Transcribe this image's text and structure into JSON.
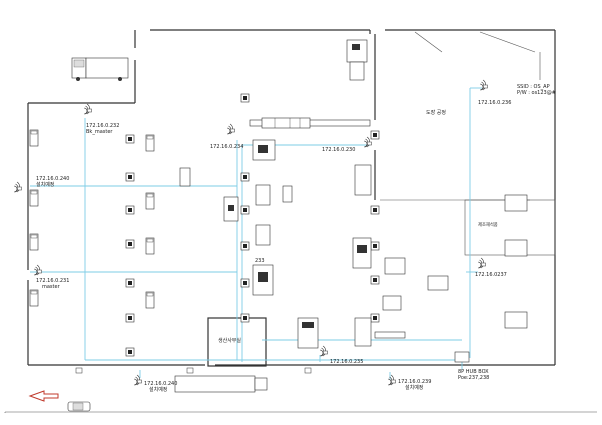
{
  "colors": {
    "cable": "#7ecde6",
    "wall": "#333333",
    "arrow": "#c0392b"
  },
  "labels": {
    "ap_232_ip": "172.16.0.232",
    "ap_232_name": "Bk_master",
    "ap_234_ip": "172.16.0.234",
    "ap_230_ip": "172.16.0.230",
    "ap_236_ip": "172.16.0.236",
    "ap_240_ip": "172.16.0.240",
    "ap_240_name": "설치예정",
    "ap_231_ip": "172.16.0.231",
    "ap_231_name": "master",
    "ap_237_ip": "172.16.0237",
    "ap_235_ip": "172.16.0.235",
    "ap_240b_ip": "172.16.0.240",
    "ap_240b_name": "설치예정",
    "ap_239_ip": "172.16.0.239",
    "ap_239_name": "설치예정",
    "num_233": "233",
    "ssid": "SSID : OS_AP",
    "pw": "P/W : os123@#",
    "zone_paint": "도장 공정",
    "zone_warehouse": "제조재석품",
    "office": "생산사무실",
    "hub_box_1": "8P HUB BOX",
    "hub_box_2": "Poe:237,238"
  },
  "icons": {
    "wifi": "wifi-signal-icon",
    "arrow": "exit-arrow-icon",
    "truck": "truck-icon",
    "car": "car-icon"
  }
}
